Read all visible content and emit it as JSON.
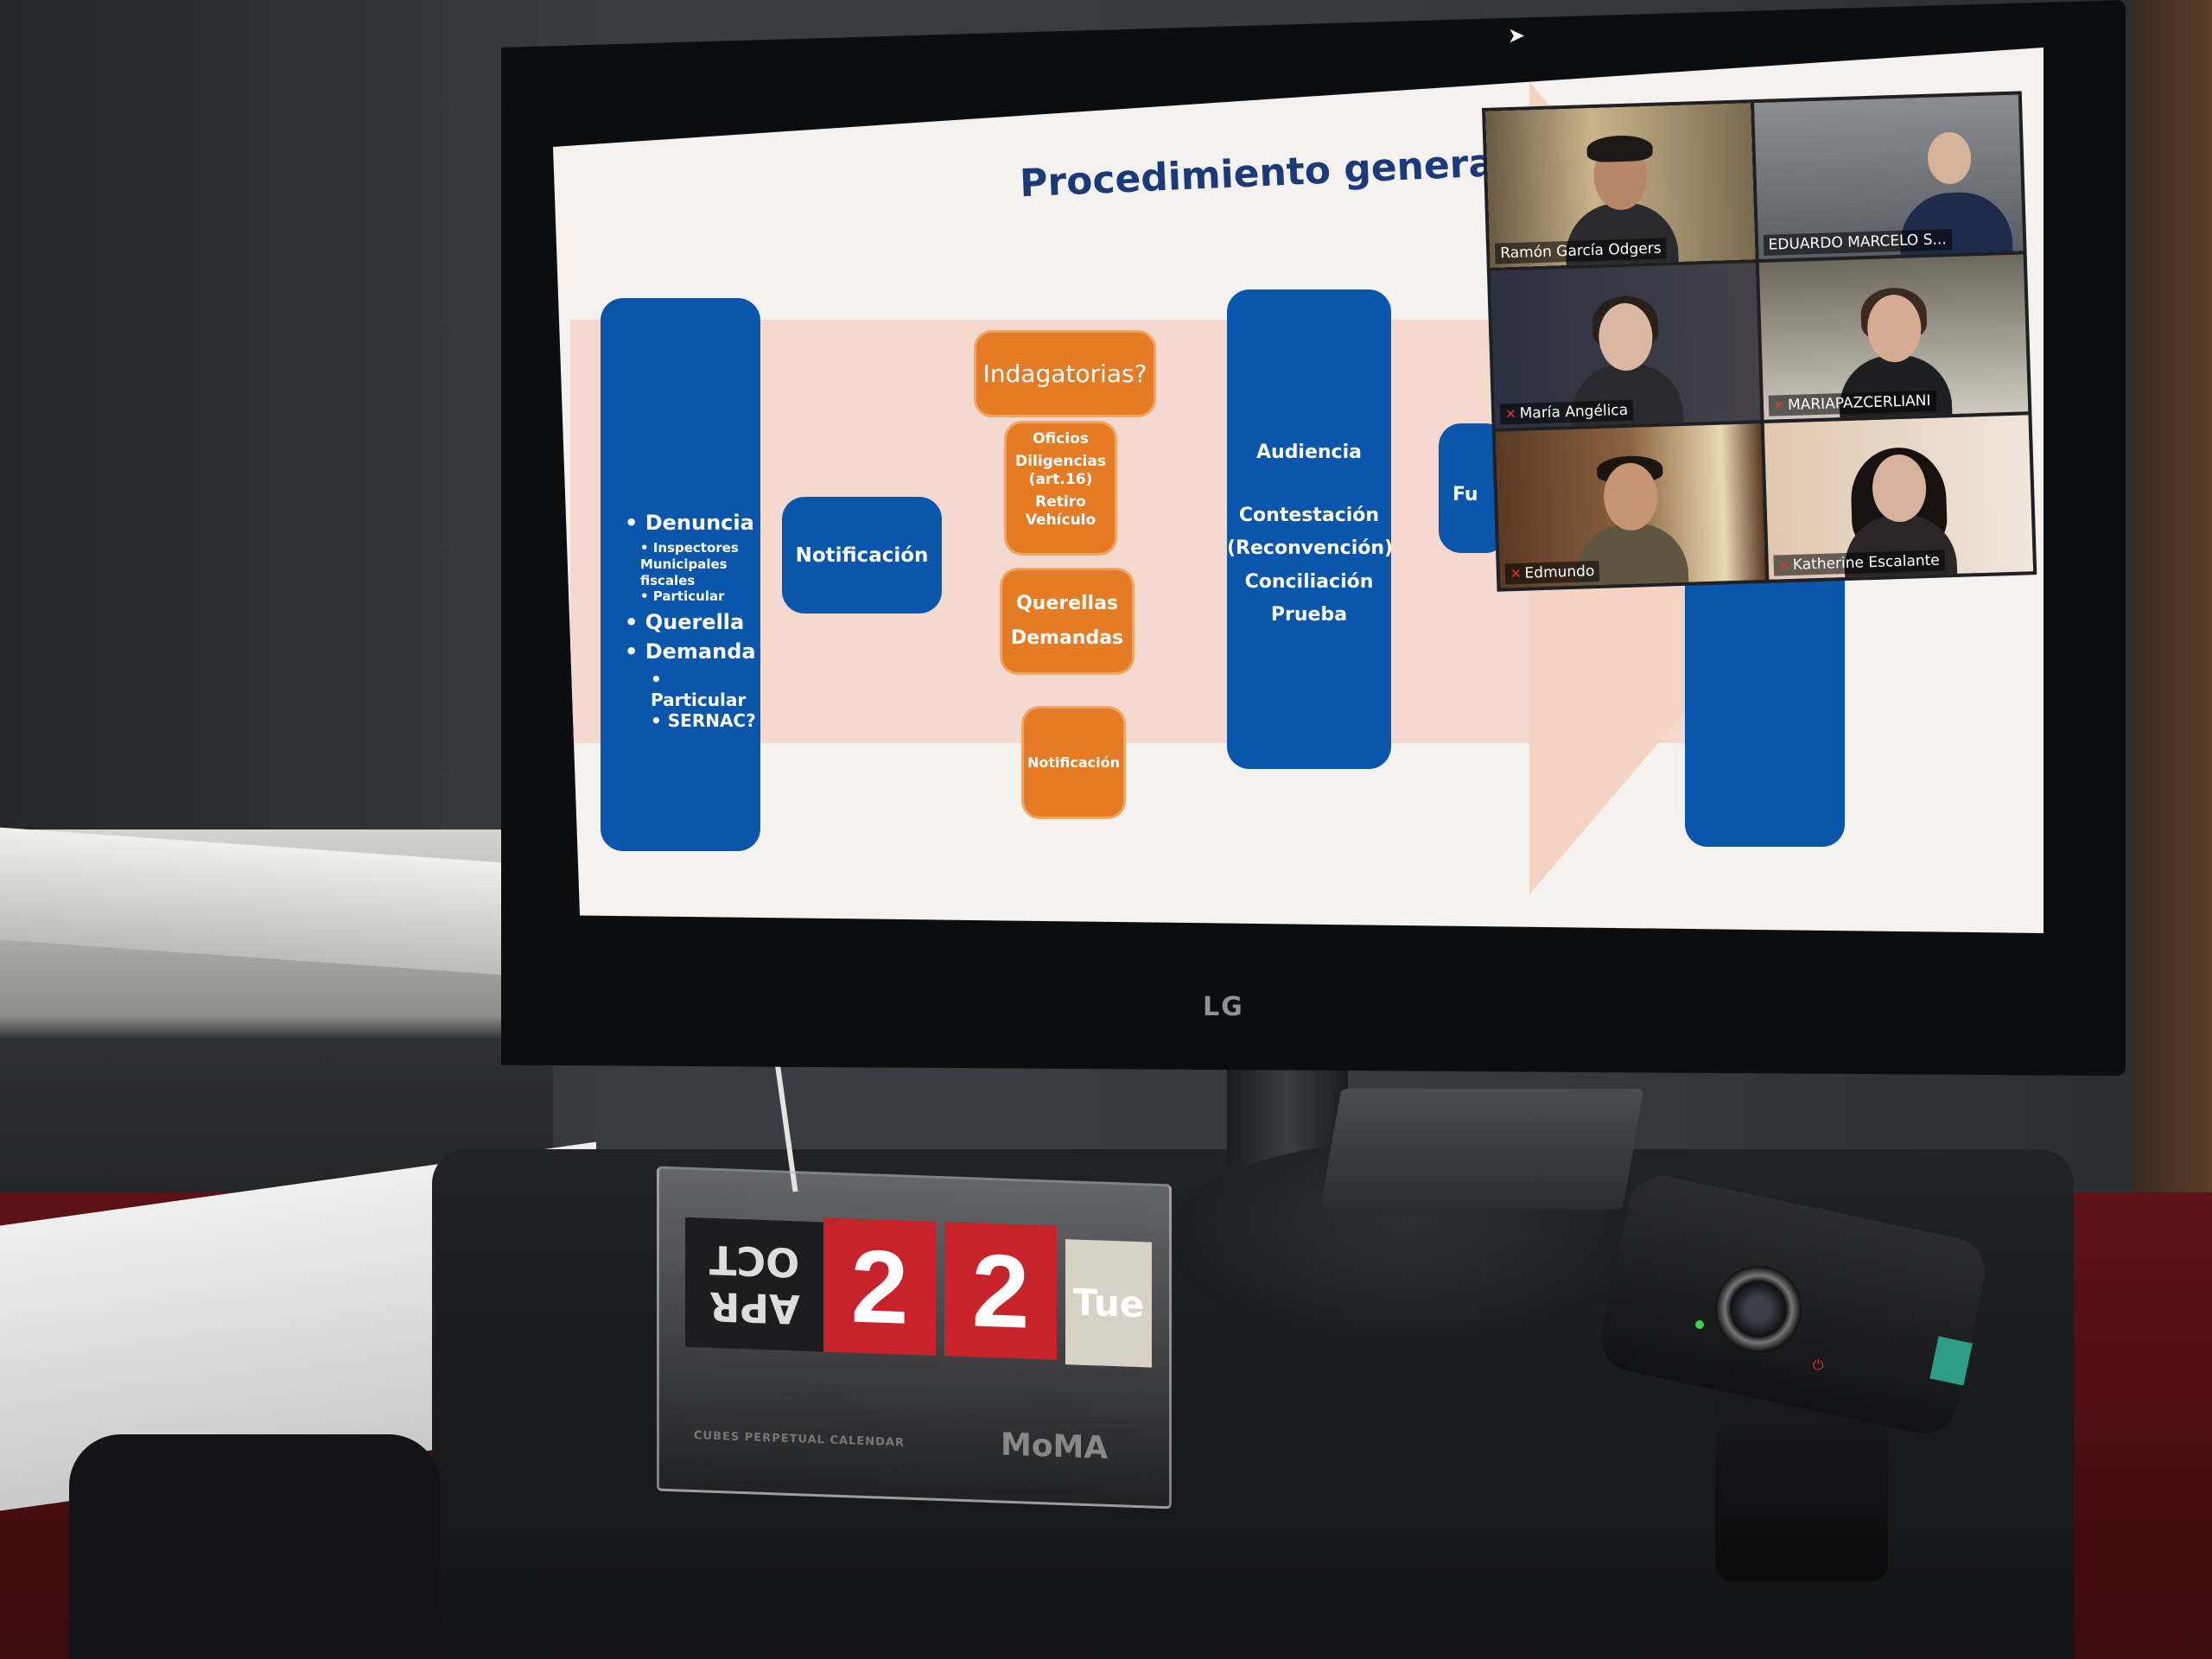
{
  "slide": {
    "title": "Procedimiento general",
    "denuncia_column": {
      "denuncia": "Denuncia",
      "denuncia_subitems": [
        "Inspectores Municipales fiscales",
        "Particular"
      ],
      "querella": "Querella",
      "demanda": "Demanda",
      "demanda_subitems": [
        "Particular",
        "SERNAC?"
      ]
    },
    "notificacion_1": "Notificación",
    "indagatorias": "Indagatorias?",
    "diligencias": {
      "oficios": "Oficios",
      "diligencias": "Diligencias (art.16)",
      "retiro": "Retiro Vehículo"
    },
    "querellas_demandas": {
      "line1": "Querellas",
      "line2": "Demandas"
    },
    "notificacion_2": "Notificación",
    "audiencia": {
      "title": "Audiencia",
      "items": [
        "Contestación",
        "(Reconvención)",
        "Conciliación",
        "Prueba"
      ]
    },
    "partial_box_text": "Fu",
    "colors": {
      "blue": "#0a56ad",
      "orange": "#e57b25",
      "title": "#1a3a7a"
    }
  },
  "video_gallery": {
    "participants": [
      {
        "name": "Ramón García Odgers",
        "active": true,
        "muted": false
      },
      {
        "name": "EDUARDO MARCELO S...",
        "active": false,
        "muted": false
      },
      {
        "name": "María Angélica",
        "active": false,
        "muted": true
      },
      {
        "name": "MARIAPAZCERLIANI",
        "active": false,
        "muted": true
      },
      {
        "name": "Edmundo",
        "active": false,
        "muted": true
      },
      {
        "name": "Katherine Escalante",
        "active": false,
        "muted": true
      }
    ],
    "active_speaker_color": "#e3dc3c",
    "muted_icon": "mic-muted-icon"
  },
  "monitor": {
    "brand": "LG"
  },
  "calendar": {
    "month_top": "OCT",
    "month_bottom": "APR",
    "day_digit_1": "2",
    "day_digit_2": "2",
    "weekday": "Tue",
    "caption": "CUBES PERPETUAL CALENDAR",
    "brand": "MoMA"
  }
}
